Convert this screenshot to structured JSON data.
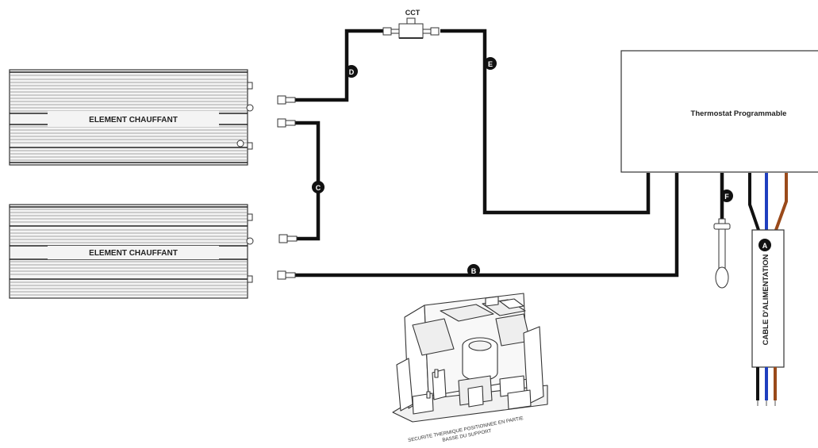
{
  "heater_1": {
    "label": "ELEMENT CHAUFFANT"
  },
  "heater_2": {
    "label": "ELEMENT CHAUFFANT"
  },
  "cct": {
    "label": "CCT"
  },
  "thermostat": {
    "label": "Thermostat Programmable"
  },
  "wire_markers": {
    "a": "A",
    "b": "B",
    "c": "C",
    "d": "D",
    "e": "E",
    "f": "F"
  },
  "power_cable": {
    "label": "CABLE D'ALIMENTATION"
  },
  "support_caption": {
    "line1": "SECURITE THERMIQUE POSITIONNEE EN PARTIE",
    "line2": "BASSE DU SUPPORT"
  },
  "colors": {
    "wire": "#111111",
    "blue_wire": "#1f3fbf",
    "brown_wire": "#9a4a1a",
    "outline": "#333333"
  }
}
